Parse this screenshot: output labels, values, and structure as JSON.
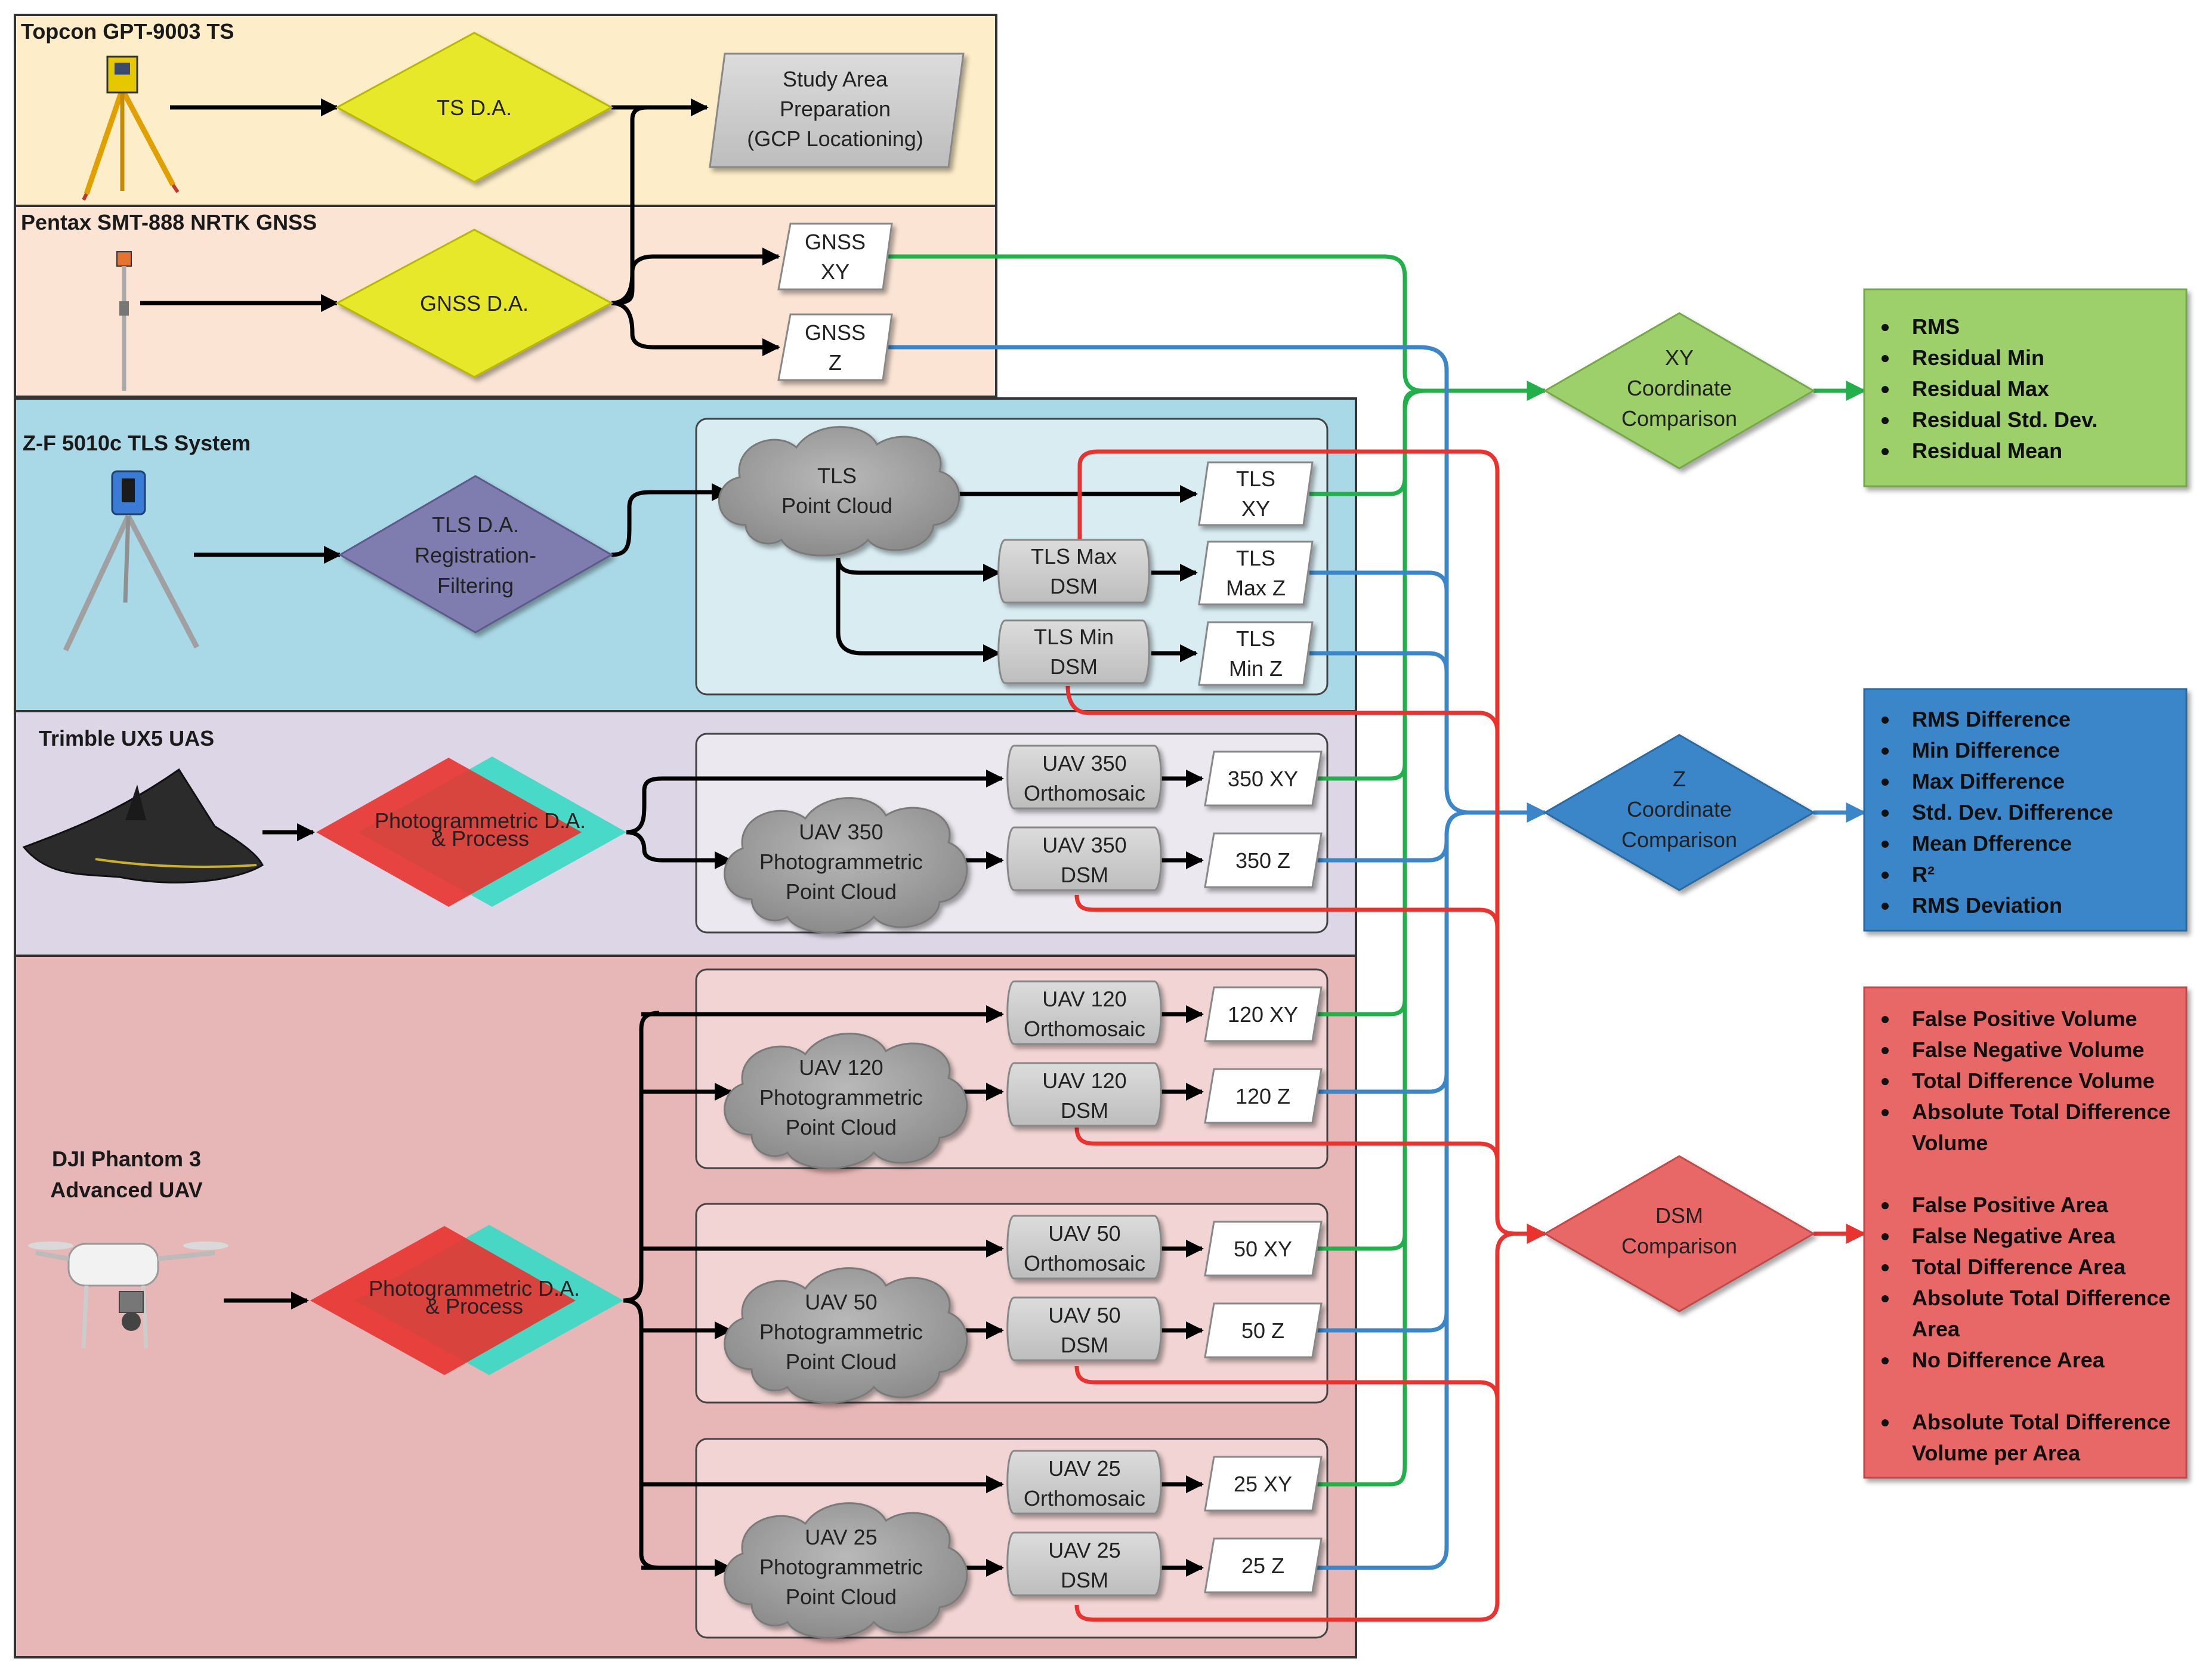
{
  "lanes": {
    "ts": "Topcon GPT-9003 TS",
    "gnss": "Pentax SMT-888 NRTK GNSS",
    "tls": "Z-F 5010c TLS System",
    "trimble": "Trimble UX5 UAS",
    "dji": [
      "DJI Phantom 3",
      "Advanced UAV"
    ]
  },
  "nodes": {
    "ts_da": "TS D.A.",
    "study_area": [
      "Study Area",
      "Preparation",
      "(GCP Locationing)"
    ],
    "gnss_da": "GNSS D.A.",
    "gnss_xy": [
      "GNSS",
      "XY"
    ],
    "gnss_z": [
      "GNSS",
      "Z"
    ],
    "tls_da": [
      "TLS D.A.",
      "Registration-",
      "Filtering"
    ],
    "tls_pc": [
      "TLS",
      "Point Cloud"
    ],
    "tls_max_dsm": [
      "TLS Max",
      "DSM"
    ],
    "tls_min_dsm": [
      "TLS Min",
      "DSM"
    ],
    "tls_xy": [
      "TLS",
      "XY"
    ],
    "tls_maxz": [
      "TLS",
      "Max Z"
    ],
    "tls_minz": [
      "TLS",
      "Min Z"
    ],
    "photogrammetric_da": [
      "Photogrammetric D.A.",
      "& Process"
    ],
    "uav_groups": [
      {
        "ortho": [
          "UAV 350",
          "Orthomosaic"
        ],
        "pc": [
          "UAV 350",
          "Photogrammetric",
          "Point Cloud"
        ],
        "dsm": [
          "UAV 350",
          "DSM"
        ],
        "xy": "350 XY",
        "z": "350 Z"
      },
      {
        "ortho": [
          "UAV 120",
          "Orthomosaic"
        ],
        "pc": [
          "UAV 120",
          "Photogrammetric",
          "Point Cloud"
        ],
        "dsm": [
          "UAV 120",
          "DSM"
        ],
        "xy": "120 XY",
        "z": "120 Z"
      },
      {
        "ortho": [
          "UAV 50",
          "Orthomosaic"
        ],
        "pc": [
          "UAV 50",
          "Photogrammetric",
          "Point Cloud"
        ],
        "dsm": [
          "UAV 50",
          "DSM"
        ],
        "xy": "50 XY",
        "z": "50 Z"
      },
      {
        "ortho": [
          "UAV 25",
          "Orthomosaic"
        ],
        "pc": [
          "UAV 25",
          "Photogrammetric",
          "Point Cloud"
        ],
        "dsm": [
          "UAV 25",
          "DSM"
        ],
        "xy": "25 XY",
        "z": "25 Z"
      }
    ]
  },
  "comparisons": {
    "xy": [
      "XY",
      "Coordinate",
      "Comparison"
    ],
    "z": [
      "Z",
      "Coordinate",
      "Comparison"
    ],
    "dsm": [
      "DSM",
      "Comparison"
    ]
  },
  "outputs": {
    "xy": [
      "RMS",
      "Residual Min",
      "Residual Max",
      "Residual Std. Dev.",
      "Residual Mean"
    ],
    "z": [
      "RMS Difference",
      "Min Difference",
      "Max Difference",
      "Std. Dev. Difference",
      "Mean Dfference",
      "R²",
      "RMS Deviation"
    ],
    "dsm": [
      [
        "False Positive Volume"
      ],
      [
        "False Negative Volume"
      ],
      [
        "Total Difference Volume"
      ],
      [
        "Absolute Total Difference",
        "Volume"
      ],
      [],
      [
        "False Positive Area"
      ],
      [
        "False Negative Area"
      ],
      [
        "Total Difference Area"
      ],
      [
        "Absolute Total Difference",
        "Area"
      ],
      [
        "No Difference Area"
      ],
      [],
      [
        "Absolute Total Difference",
        "Volume per Area"
      ]
    ]
  },
  "colors": {
    "green": "#22b04b",
    "blue": "#3a86c8",
    "red": "#e8332f",
    "yellow": "#e8e82a",
    "purple": "#7f7bb0"
  },
  "icons": [
    "total-station-icon",
    "gnss-receiver-icon",
    "tls-scanner-icon",
    "fixed-wing-uav-icon",
    "quadcopter-drone-icon"
  ]
}
